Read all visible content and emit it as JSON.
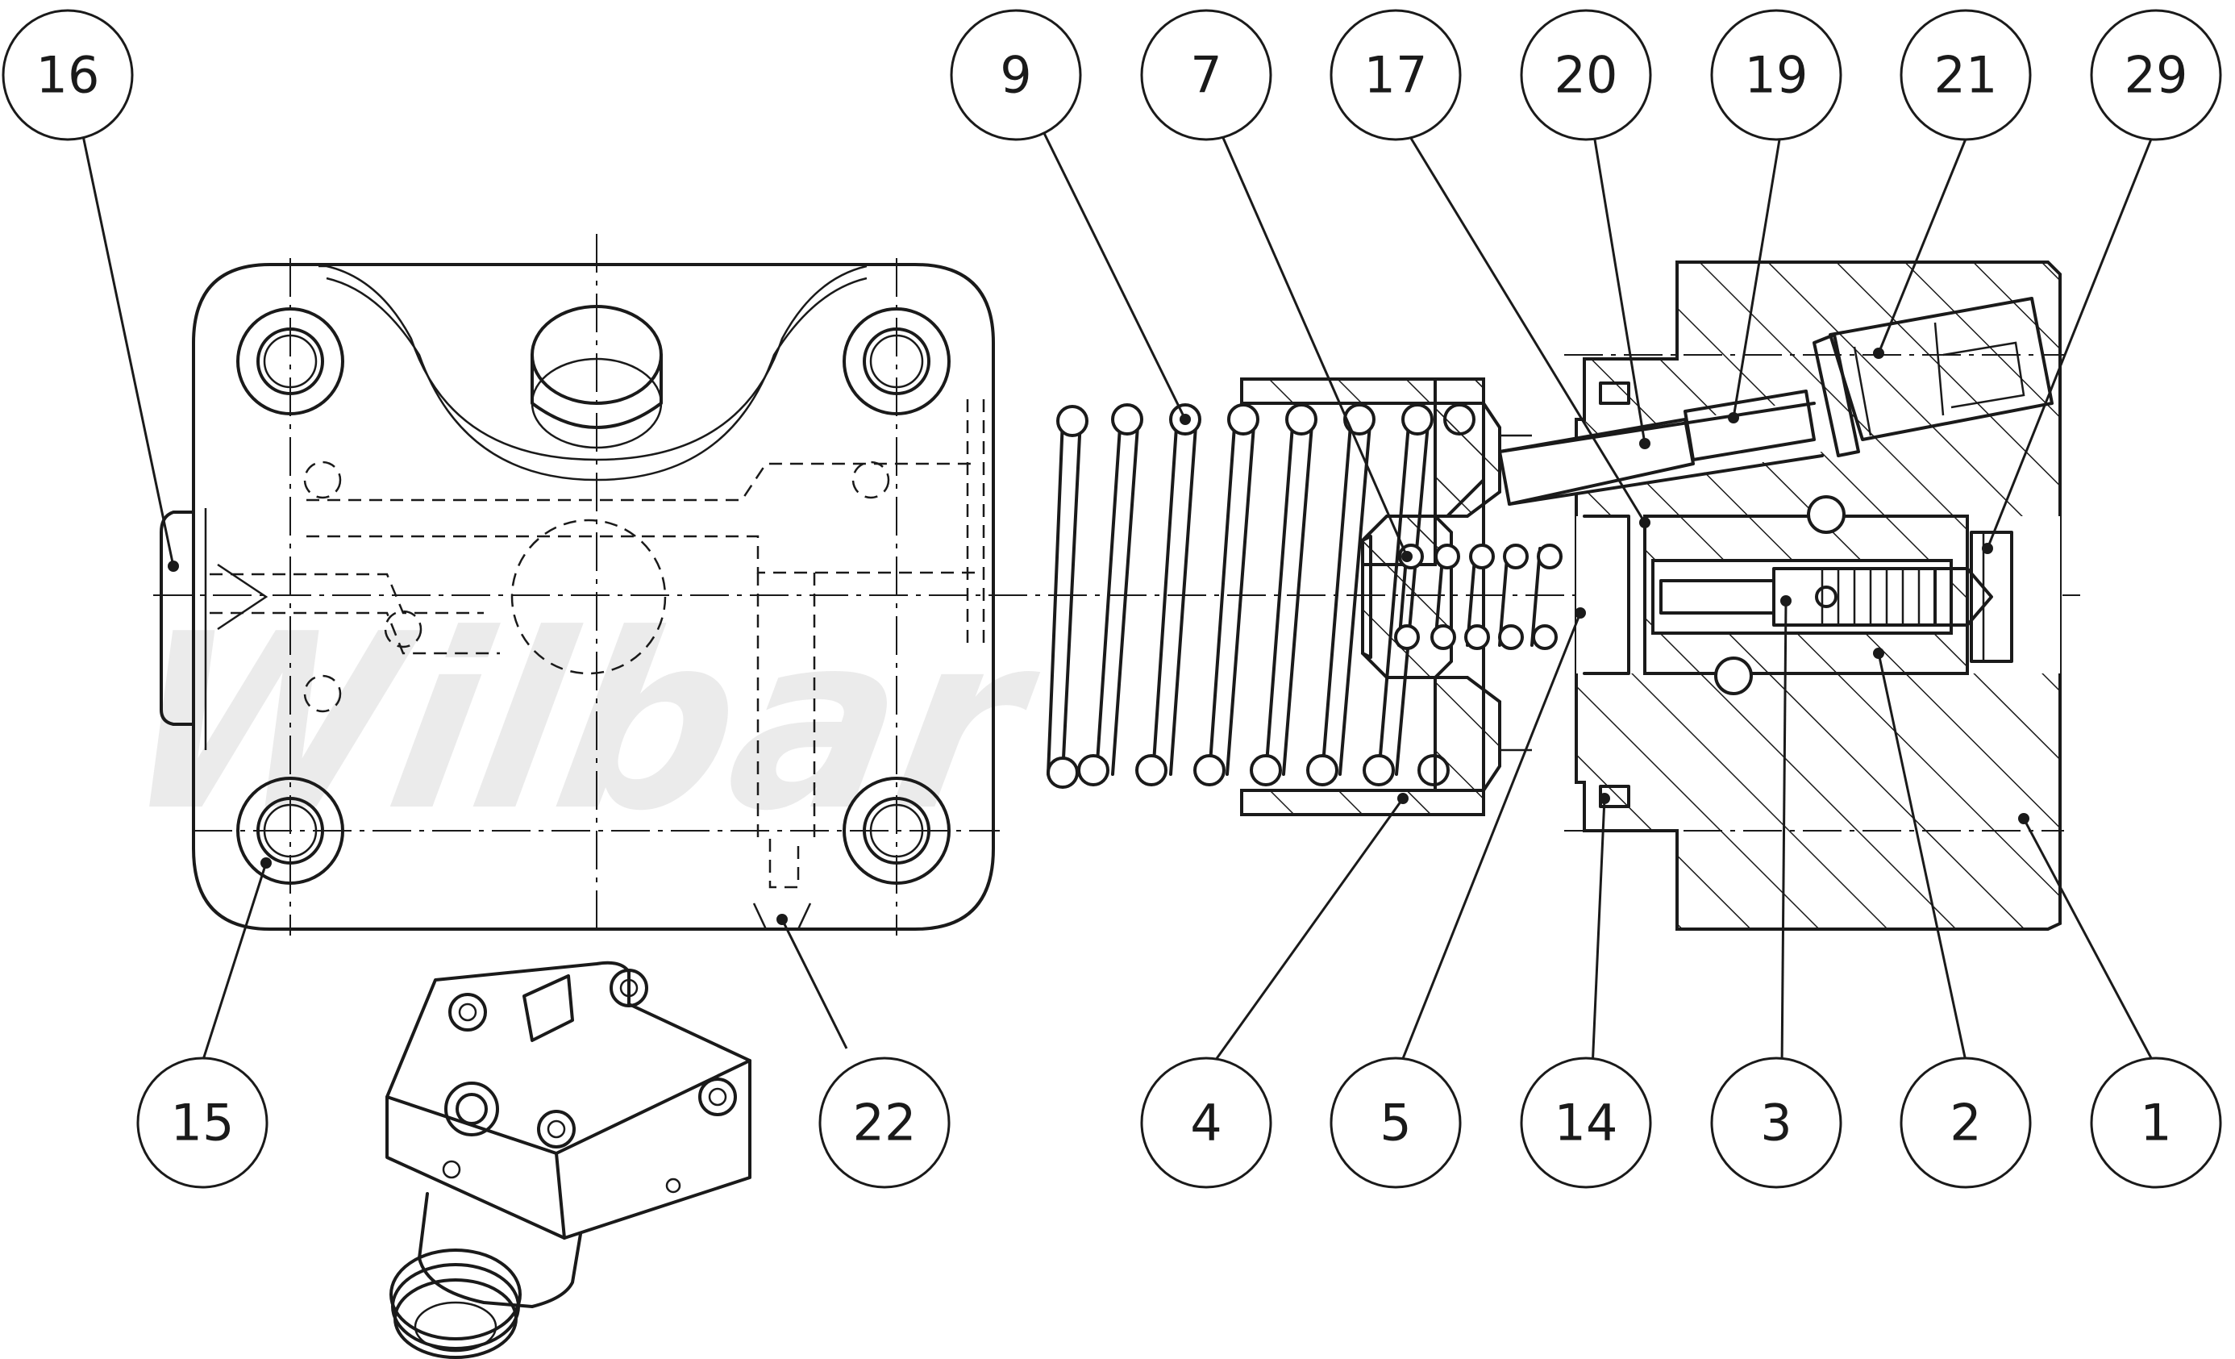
{
  "watermark": "Wilbar",
  "callouts": [
    {
      "id": "16",
      "label": "16"
    },
    {
      "id": "9",
      "label": "9"
    },
    {
      "id": "7",
      "label": "7"
    },
    {
      "id": "17",
      "label": "17"
    },
    {
      "id": "20",
      "label": "20"
    },
    {
      "id": "19",
      "label": "19"
    },
    {
      "id": "21",
      "label": "21"
    },
    {
      "id": "29",
      "label": "29"
    },
    {
      "id": "15",
      "label": "15"
    },
    {
      "id": "22",
      "label": "22"
    },
    {
      "id": "4",
      "label": "4"
    },
    {
      "id": "5",
      "label": "5"
    },
    {
      "id": "14",
      "label": "14"
    },
    {
      "id": "3",
      "label": "3"
    },
    {
      "id": "2",
      "label": "2"
    },
    {
      "id": "1",
      "label": "1"
    }
  ]
}
